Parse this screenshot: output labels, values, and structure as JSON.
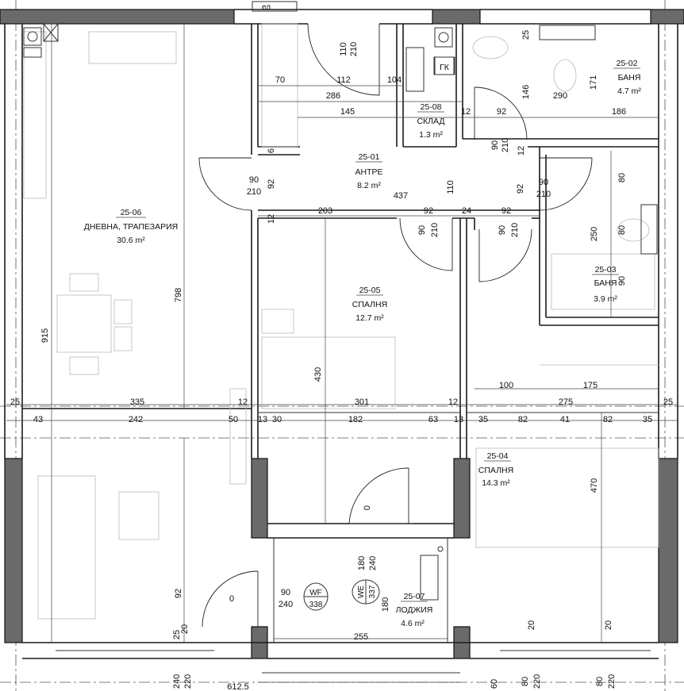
{
  "rooms": [
    {
      "code": "25-01",
      "name": "АНТРЕ",
      "area": "8.2 m²"
    },
    {
      "code": "25-02",
      "name": "БАНЯ",
      "area": "4.7 m²"
    },
    {
      "code": "25-03",
      "name": "БАНЯ",
      "area": "3.9 m²"
    },
    {
      "code": "25-04",
      "name": "СПАЛНЯ",
      "area": "14.3 m²"
    },
    {
      "code": "25-05",
      "name": "СПАЛНЯ",
      "area": "12.7 m²"
    },
    {
      "code": "25-06",
      "name": "ДНЕВНА, ТРАПЕЗАРИЯ",
      "area": "30.6 m²"
    },
    {
      "code": "25-07",
      "name": "ЛОДЖИЯ",
      "area": "4.6 m²"
    },
    {
      "code": "25-08",
      "name": "СКЛАД",
      "area": "1.3 m²"
    }
  ],
  "tags": {
    "gk": "ГК",
    "el": "ел",
    "wf": "WF",
    "we": "WE",
    "wf_val": "338",
    "we_val": "337"
  },
  "dims": {
    "d110": "110",
    "d210": "210",
    "d70": "70",
    "d112": "112",
    "d104": "104",
    "d286": "286",
    "d145": "145",
    "d12": "12",
    "d92": "92",
    "d186": "186",
    "d25": "25",
    "d146": "146",
    "d171": "171",
    "d290": "290",
    "d90": "90",
    "d6": "6",
    "d437": "437",
    "d203": "203",
    "d24": "24",
    "d80": "80",
    "d250": "250",
    "d798": "798",
    "d915": "915",
    "d430": "430",
    "d335": "335",
    "d301": "301",
    "d100": "100",
    "d275": "275",
    "d175": "175",
    "d43": "43",
    "d242": "242",
    "d50": "50",
    "d13": "13",
    "d30": "30",
    "d182": "182",
    "d63": "63",
    "d35": "35",
    "d82": "82",
    "d41": "41",
    "d470": "470",
    "d0": "0",
    "d180": "180",
    "d240": "240",
    "d255": "255",
    "d20": "20",
    "d220": "220",
    "d612": "612.5",
    "d60": "60"
  }
}
